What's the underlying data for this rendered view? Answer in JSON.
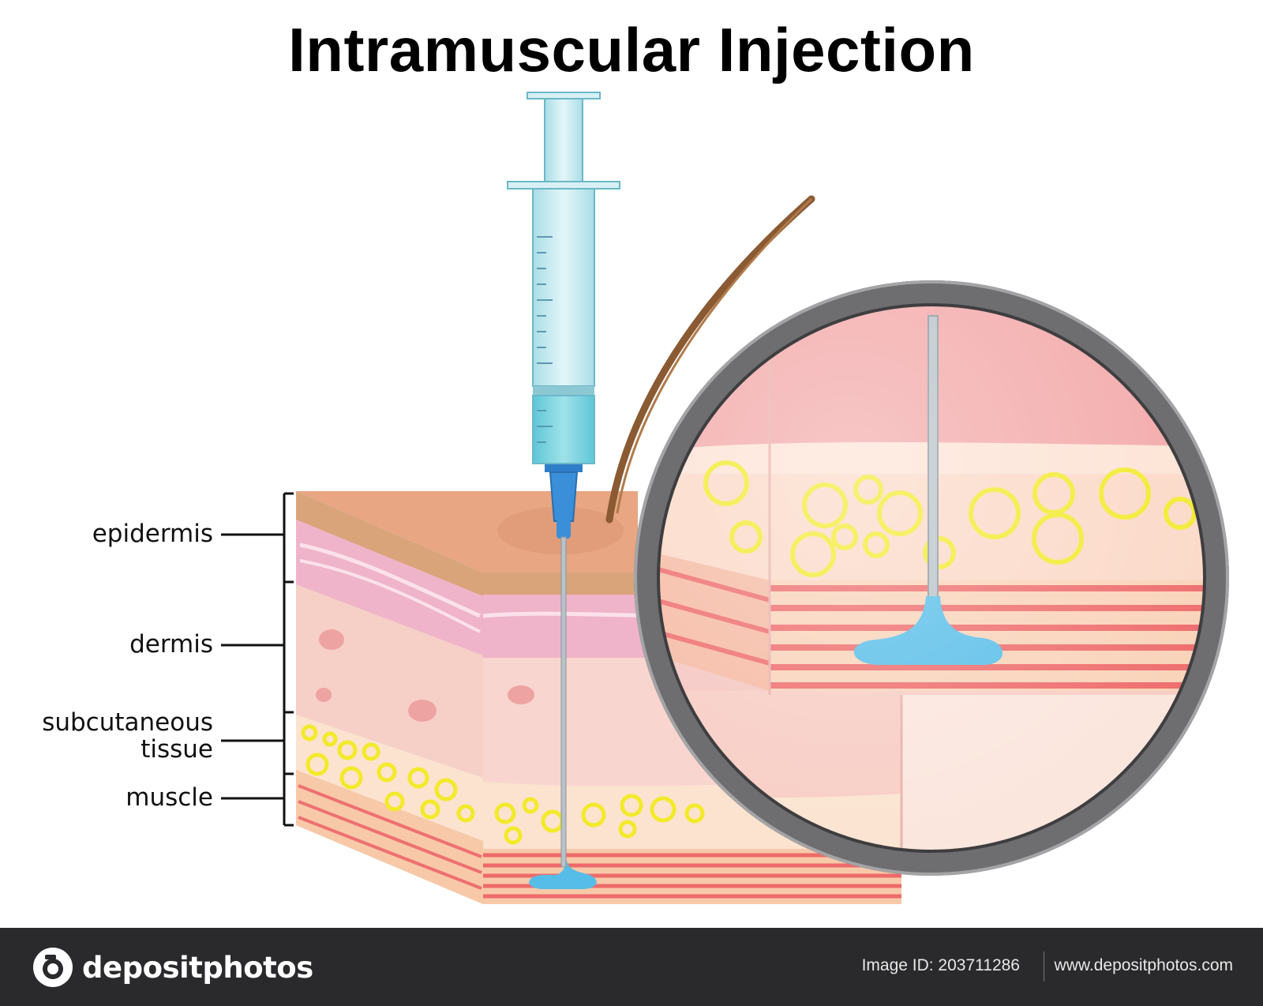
{
  "title": "Intramuscular Injection",
  "labels": {
    "epidermis": "epidermis",
    "dermis": "dermis",
    "subcutaneous_line1": "subcutaneous",
    "subcutaneous_line2": "tissue",
    "muscle": "muscle"
  },
  "footer": {
    "brand": "depositphotos",
    "image_id": "Image ID: 203711286",
    "url": "www.depositphotos.com"
  },
  "colors": {
    "epidermis_band": "#d9a47a",
    "dermis": "#f6c9c0",
    "fat_cells": "#f2ea2a",
    "muscle_stripe": "#ee6a6a",
    "medication": "#56bde8",
    "syringe_barrel": "#bfe8ee",
    "needle_hub": "#3a8fd8",
    "magnifier_rim": "#6e6e70",
    "footer_bg": "#2a2a2c"
  }
}
